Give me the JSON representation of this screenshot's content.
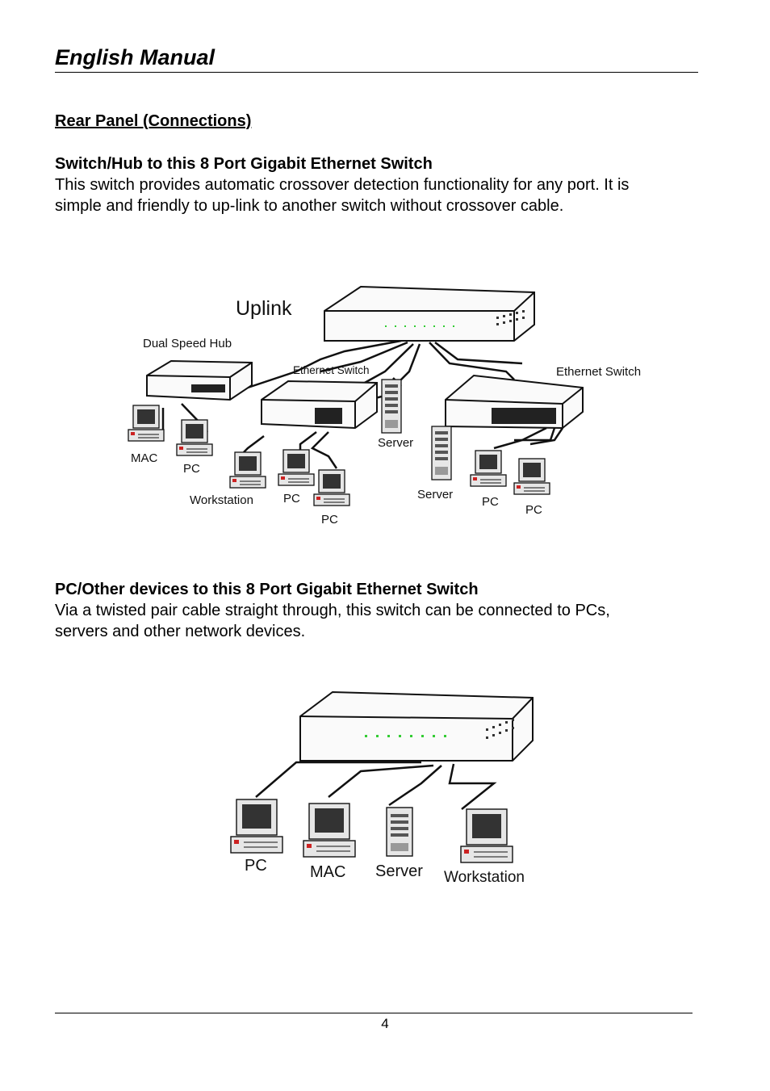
{
  "header": {
    "title": "English Manual"
  },
  "section": {
    "title": "Rear Panel (Connections)"
  },
  "uplink_section": {
    "heading": "Switch/Hub to this 8 Port Gigabit Ethernet Switch",
    "line1": "This switch provides automatic crossover detection functionality for any port.  It is",
    "line2": "simple and friendly to up-link to another switch without crossover cable."
  },
  "diagram1": {
    "uplink": "Uplink",
    "hub": "Dual Speed Hub",
    "switch_center": "Ethernet Switch",
    "switch_right": "Ethernet Switch",
    "server_center": "Server",
    "server_right": "Server",
    "mac": "MAC",
    "pc_left": "PC",
    "workstation": "Workstation",
    "pc_mid": "PC",
    "pc_bottom": "PC",
    "pc_right1": "PC",
    "pc_right2": "PC"
  },
  "devices_section": {
    "heading": "PC/Other devices to this 8 Port Gigabit Ethernet Switch",
    "line1": "Via a twisted pair cable straight through, this switch can be connected to PCs,",
    "line2": "servers and other network devices."
  },
  "diagram2": {
    "pc": "PC",
    "mac": "MAC",
    "server": "Server",
    "workstation": "Workstation"
  },
  "footer": {
    "page_number": "4"
  }
}
